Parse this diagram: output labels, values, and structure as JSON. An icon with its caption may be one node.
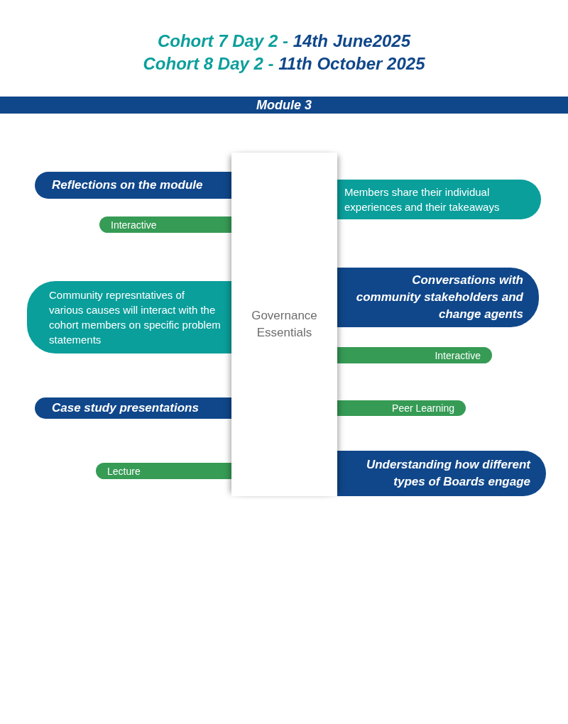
{
  "diagram": {
    "nodes": [
      {
        "text": [
          "Module 3"
        ]
      },
      {
        "text": [
          "Governance Essentials"
        ]
      },
      {
        "text": [
          "Reflections on the module"
        ]
      },
      {
        "text": [
          "Members share their individual experiences and their takeaways"
        ]
      },
      {
        "text": [
          "Interactive"
        ]
      },
      {
        "text": [
          "Conversations with community stakeholders and change agents"
        ]
      },
      {
        "text": [
          "Community represntatives of various causes will interact with the cohort members on specific problem statements"
        ]
      },
      {
        "text": [
          "Interactive"
        ]
      },
      {
        "text": [
          "Case study presentations"
        ]
      },
      {
        "text": [
          "Peer Learning"
        ]
      },
      {
        "text": [
          "Lecture"
        ]
      },
      {
        "text": [
          "Understanding how different types of Boards engage"
        ]
      }
    ],
    "labels": [
      "Cohort 7 Day 2 -",
      "14th June2025",
      "Cohort 8 Day 2 -",
      "11th October 2025"
    ]
  }
}
